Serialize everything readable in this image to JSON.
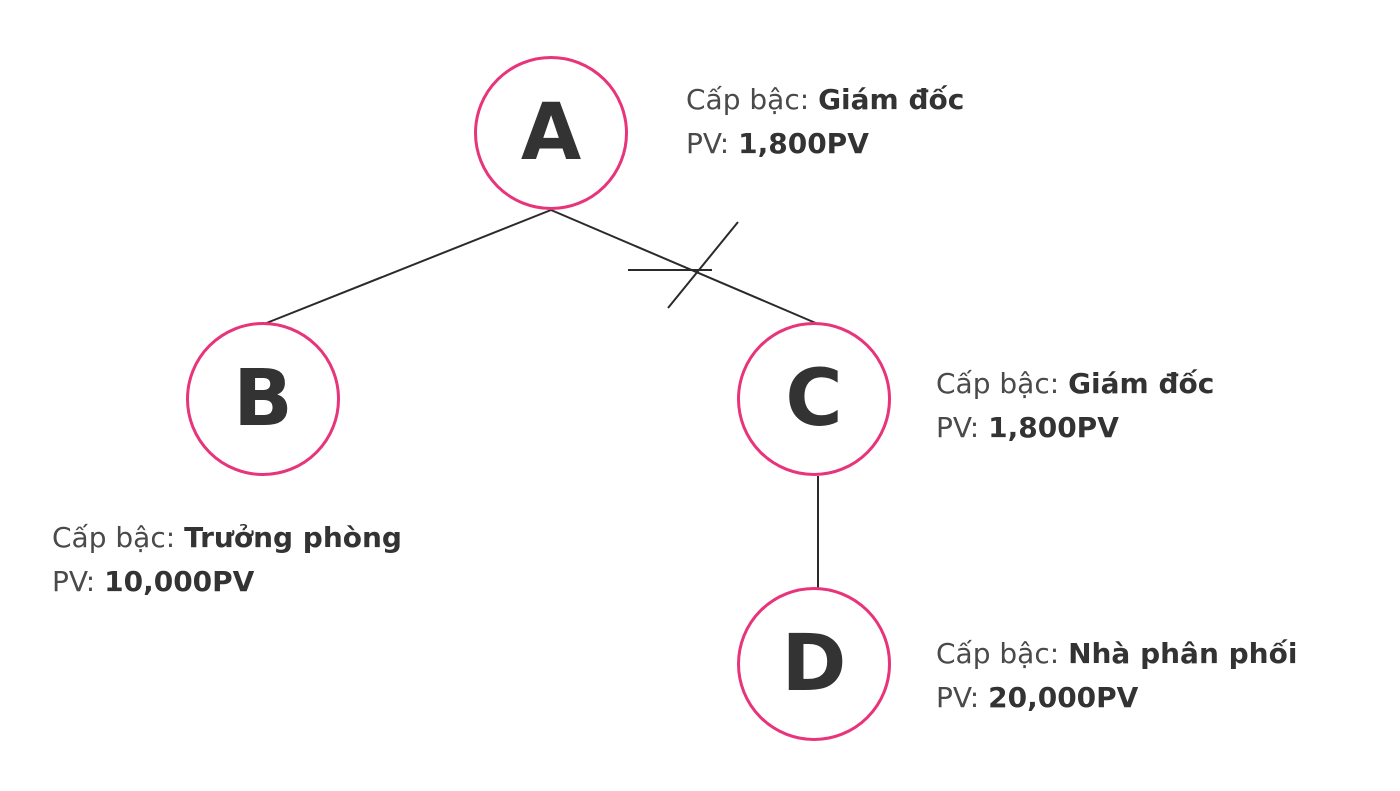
{
  "nodes": {
    "a": {
      "letter": "A",
      "rank_label": "Cấp bậc:",
      "rank": "Giám đốc",
      "pv_label": "PV:",
      "pv": "1,800PV"
    },
    "b": {
      "letter": "B",
      "rank_label": "Cấp bậc:",
      "rank": "Trưởng phòng",
      "pv_label": "PV:",
      "pv": "10,000PV"
    },
    "c": {
      "letter": "C",
      "rank_label": "Cấp bậc:",
      "rank": "Giám đốc",
      "pv_label": "PV:",
      "pv": "1,800PV"
    },
    "d": {
      "letter": "D",
      "rank_label": "Cấp bậc:",
      "rank": "Nhà phân phối",
      "pv_label": "PV:",
      "pv": "20,000PV"
    }
  },
  "edges": [
    {
      "from": "A",
      "to": "B",
      "broken": false
    },
    {
      "from": "A",
      "to": "C",
      "broken": true
    },
    {
      "from": "C",
      "to": "D",
      "broken": false
    }
  ],
  "colors": {
    "node_border": "#e8347a",
    "letter": "#333333",
    "line": "#2a2a2a",
    "text": "#4a4a4a"
  }
}
